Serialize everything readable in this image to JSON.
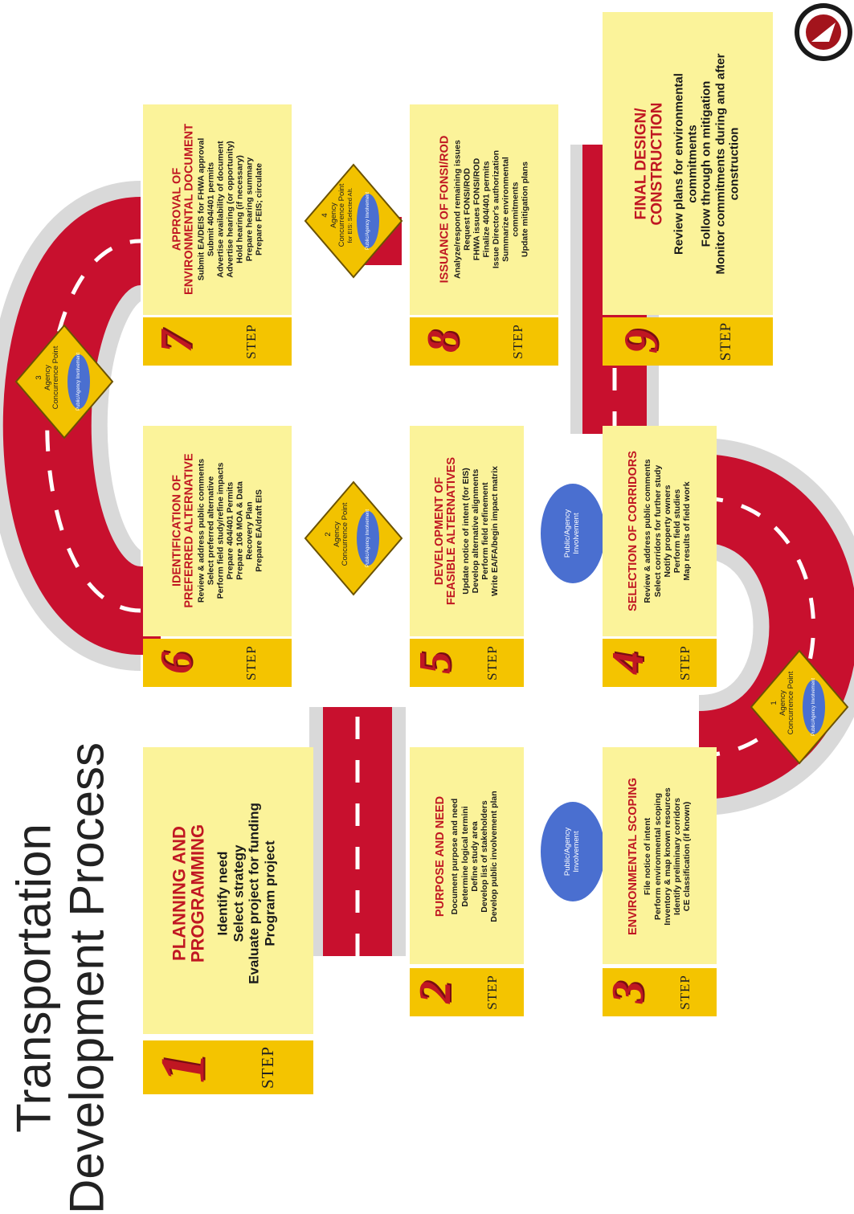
{
  "title": {
    "line1": "Transportation",
    "line2": "Development Process"
  },
  "step_word": "STEP",
  "steps": [
    {
      "number": "1",
      "heading": [
        "PLANNING AND",
        "PROGRAMMING"
      ],
      "items": [
        "Identify need",
        "Select strategy",
        "Evaluate project for funding",
        "Program project"
      ]
    },
    {
      "number": "2",
      "heading": [
        "PURPOSE AND NEED"
      ],
      "items": [
        "Document purpose and need",
        "Determine logical termini",
        "Define study area",
        "Develop list of stakeholders",
        "Develop public involvement plan"
      ]
    },
    {
      "number": "3",
      "heading": [
        "ENVIRONMENTAL SCOPING"
      ],
      "items": [
        "File notice of intent",
        "Perform environmental scoping",
        "Inventory & map known resources",
        "Identify preliminary corridors",
        "CE classification (if known)"
      ]
    },
    {
      "number": "4",
      "heading": [
        "SELECTION OF CORRIDORS"
      ],
      "items": [
        "Review & address public comments",
        "Select corridors for further study",
        "Notify property owners",
        "Perform field studies",
        "Map results of field work"
      ]
    },
    {
      "number": "5",
      "heading": [
        "DEVELOPMENT OF",
        "FEASIBLE ALTERNATIVES"
      ],
      "items": [
        "Update notice of intent (for EIS)",
        "Develop alternative alignments",
        "Perform field refinement",
        "Write EA/FA/begin impact matrix"
      ]
    },
    {
      "number": "6",
      "heading": [
        "IDENTIFICATION OF",
        "PREFERRED ALTERNATIVE"
      ],
      "items": [
        "Review & address public comments",
        "Select preferred alternative",
        "Perform field study/refine impacts",
        "Prepare 404/401 Permits",
        "Prepare 106 MOA & Data",
        "Recovery Plan",
        "Prepare EA/draft EIS"
      ]
    },
    {
      "number": "7",
      "heading": [
        "APPROVAL OF",
        "ENVIRONMENTAL DOCUMENT"
      ],
      "items": [
        "Submit EA/DEIS for FHWA approval",
        "Submit 404/401 permits",
        "Advertise availability of document",
        "Advertise hearing (or opportunity)",
        "Hold hearing (if necessary)",
        "Prepare hearing summary",
        "Prepare FEIS; circulate"
      ]
    },
    {
      "number": "8",
      "heading": [
        "ISSUANCE OF FONSI/ROD"
      ],
      "items": [
        "Analyze/respond remaining issues",
        "Request FONSI/ROD",
        "FHWA issues FONSI/ROD",
        "Finalize 404/401 permits",
        "Issue Director's authorization",
        "Summarize environmental",
        "commitments",
        "Update mitigation plans"
      ]
    },
    {
      "number": "9",
      "heading": [
        "FINAL DESIGN/",
        "CONSTRUCTION"
      ],
      "items": [
        "Review plans for environmental",
        "commitments",
        "Follow through on mitigation",
        "Monitor commitments during and after",
        "construction"
      ]
    }
  ],
  "concurrence_points": [
    {
      "lines": [
        "1",
        "Agency",
        "Concurrence Point"
      ],
      "chip": "Public/Agency Involvement"
    },
    {
      "lines": [
        "2",
        "Agency",
        "Concurrence Point"
      ],
      "chip": "Public/Agency Involvement"
    },
    {
      "lines": [
        "3",
        "Agency",
        "Concurrence Point"
      ],
      "chip": "Public/Agency Involvement"
    },
    {
      "lines": [
        "4",
        "Agency",
        "Concurrence Point",
        "for EIS: Selected Alt."
      ],
      "chip": "Public/Agency Involvement"
    }
  ],
  "involvement_ovals": [
    {
      "lines": [
        "Public/Agency",
        "Involvement"
      ]
    },
    {
      "lines": [
        "Public/Agency",
        "Involvement"
      ]
    }
  ],
  "colors": {
    "road": "#c8102e",
    "road_edge": "#d9d9d9",
    "box": "#fbf39a",
    "step_tab": "#f4c400",
    "diamond": "#f2c200",
    "oval": "#4a6fd0",
    "heading": "#c01722"
  }
}
